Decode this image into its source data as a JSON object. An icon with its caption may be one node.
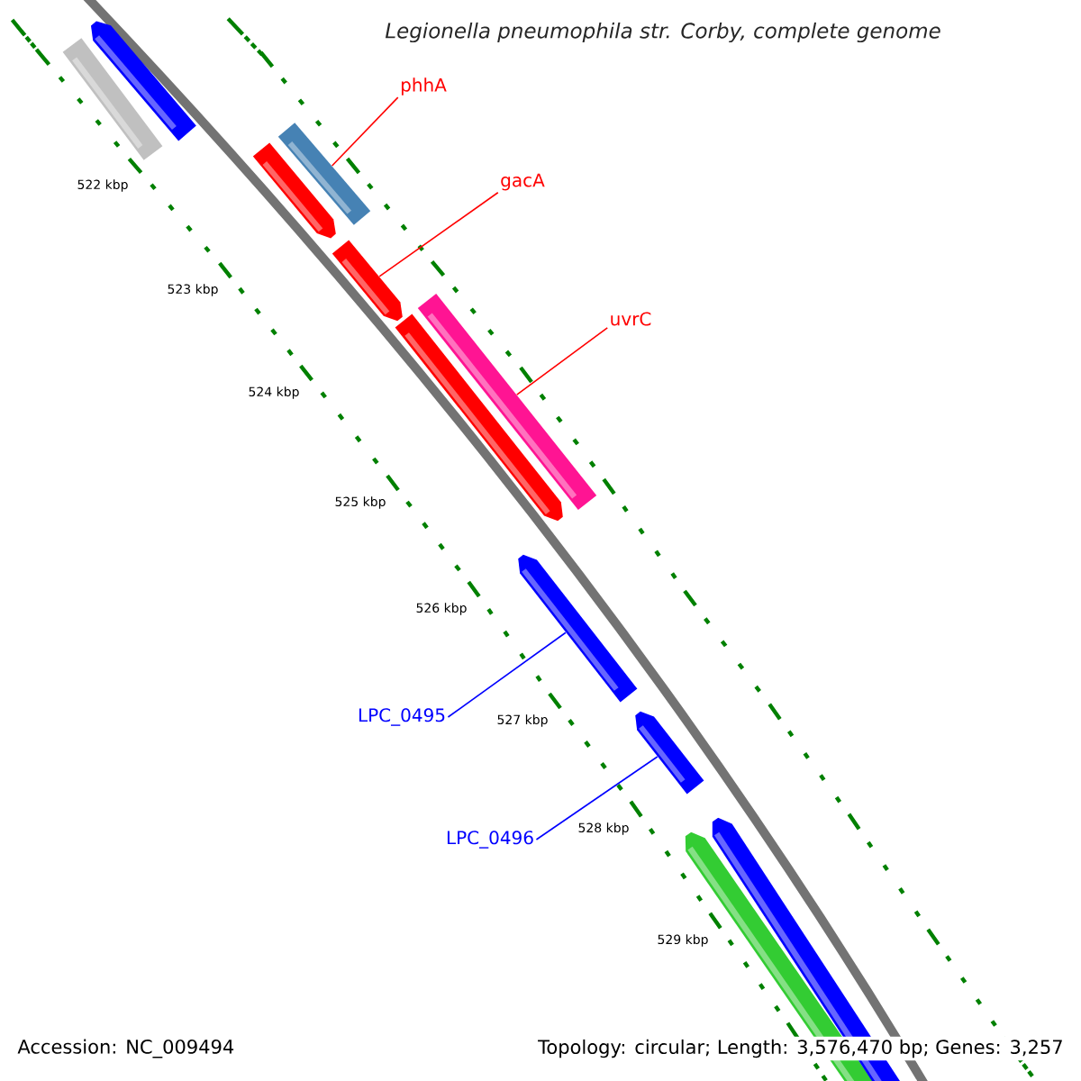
{
  "diagram": {
    "title": "Legionella pneumophila str. Corby, complete genome",
    "nodes": [
      {
        "text": [
          "phhA"
        ]
      },
      {
        "text": [
          "gacA"
        ]
      },
      {
        "text": [
          "uvrC"
        ]
      },
      {
        "text": [
          "LPC_0495"
        ]
      },
      {
        "text": [
          "LPC_0496"
        ]
      },
      {
        "text": [],
        "shape": "bar"
      },
      {
        "text": [],
        "shape": "bar"
      },
      {
        "text": [],
        "shape": "bar"
      },
      {
        "text": [],
        "shape": "bar"
      },
      {
        "text": [],
        "shape": "bar"
      }
    ],
    "edges": [
      {
        "from": 0,
        "to": 5,
        "arrow": "none"
      },
      {
        "from": 1,
        "to": 6,
        "arrow": "none"
      },
      {
        "from": 2,
        "to": 7,
        "arrow": "none"
      },
      {
        "from": 3,
        "to": 8,
        "arrow": "none",
        "color": "#0000ff"
      },
      {
        "from": 4,
        "to": 9,
        "arrow": "none",
        "color": "#0000ff"
      }
    ],
    "labels": [
      "522 kbp",
      "523 kbp",
      "524 kbp",
      "525 kbp",
      "526 kbp",
      "527 kbp",
      "528 kbp",
      "529 kbp",
      "Accession: NC_009494",
      "Topology: circular; Length: 3,576,470 bp; Genes: 3,257"
    ]
  }
}
